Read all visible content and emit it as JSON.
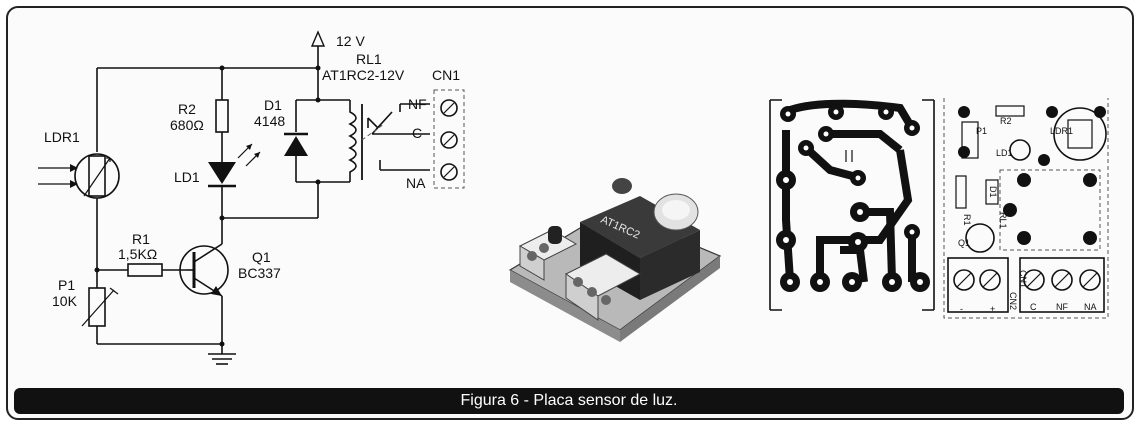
{
  "caption": "Figura 6 - Placa sensor de luz.",
  "schematic": {
    "supply": "12 V",
    "relay_ref": "RL1",
    "relay_part": "AT1RC2-12V",
    "connector": "CN1",
    "contact_nf": "NF",
    "contact_c": "C",
    "contact_na": "NA",
    "ldr": "LDR1",
    "r2_ref": "R2",
    "r2_val": "680Ω",
    "d1_ref": "D1",
    "d1_val": "4148",
    "led": "LD1",
    "r1_ref": "R1",
    "r1_val": "1,5KΩ",
    "q1_ref": "Q1",
    "q1_val": "BC337",
    "p1_ref": "P1",
    "p1_val": "10K"
  },
  "photo": {
    "relay_marking": "AT1RC2"
  },
  "pcb": {
    "labels": [
      "R2",
      "P1",
      "LDR1",
      "LD1",
      "D1",
      "RL1",
      "R1",
      "Q1",
      "CN1",
      "CN2",
      "C",
      "NF",
      "NA",
      "-",
      "+"
    ]
  }
}
